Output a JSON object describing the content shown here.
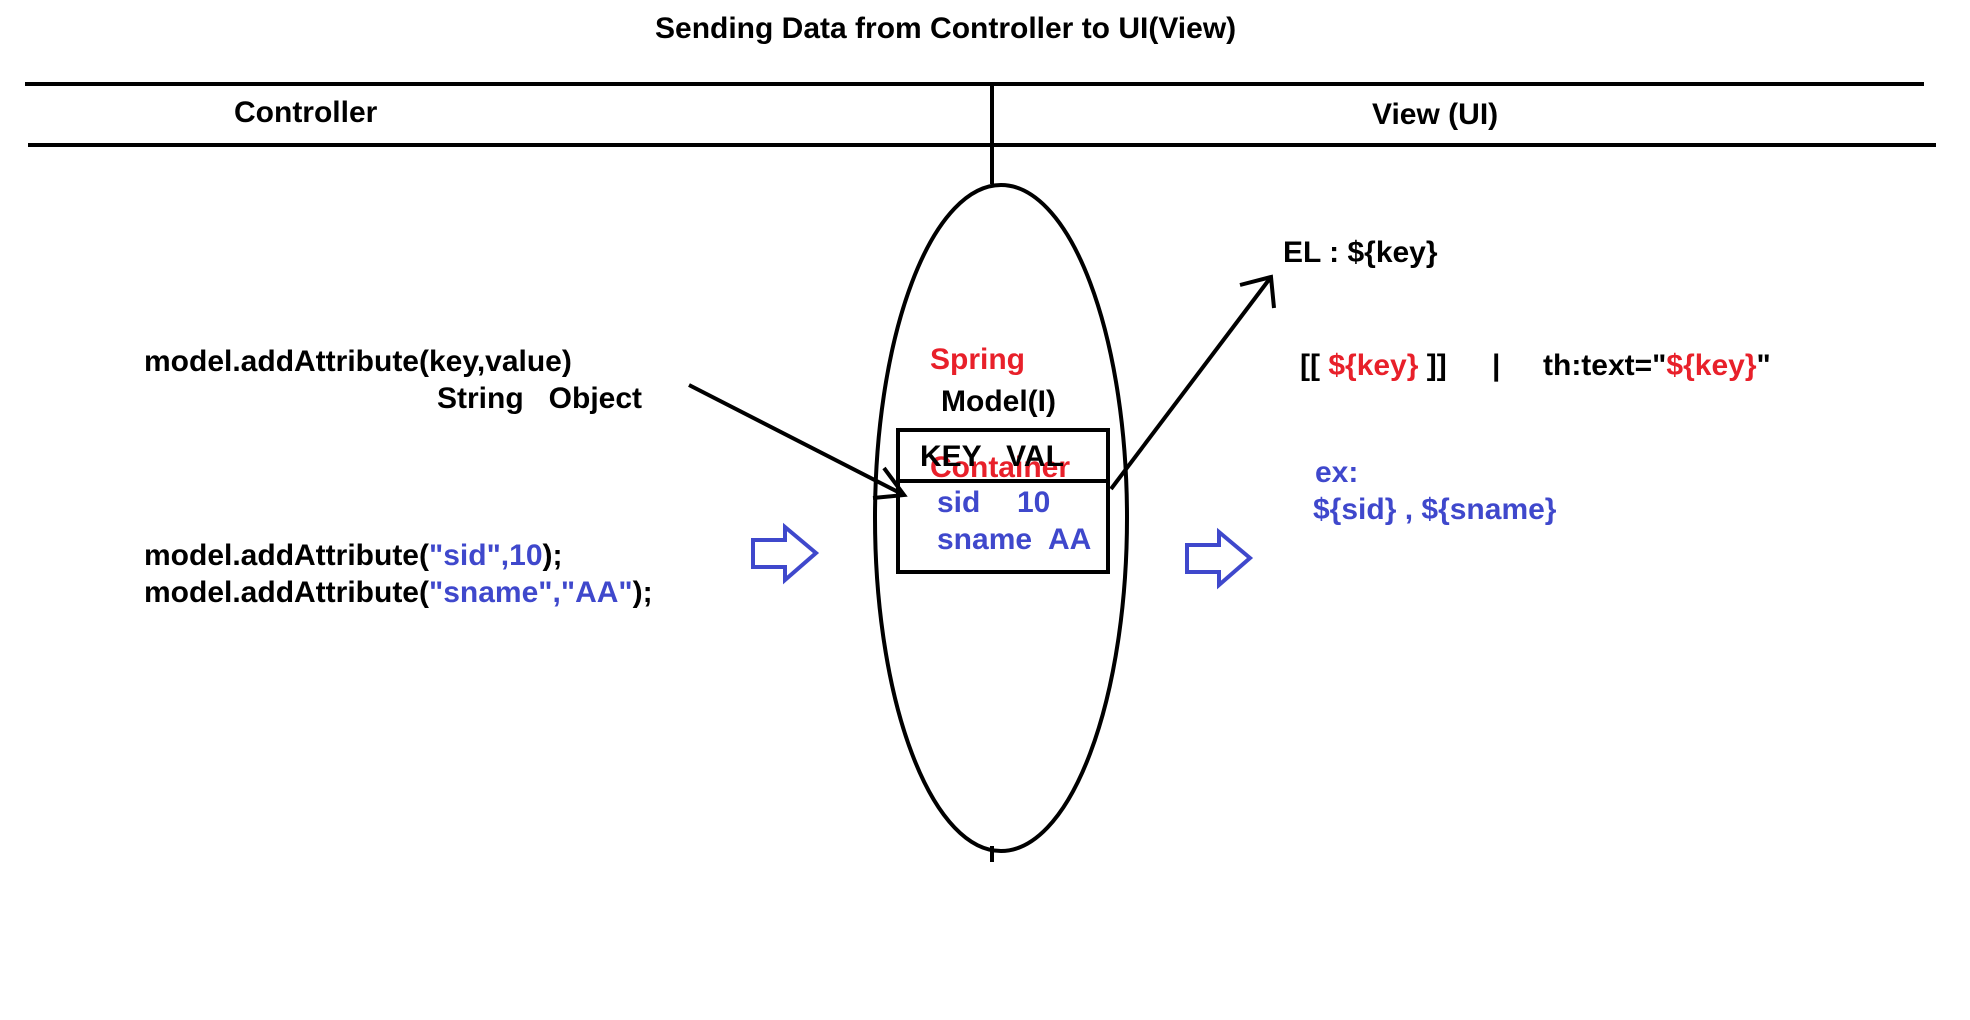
{
  "colors": {
    "text": "#000000",
    "red": "#e8202a",
    "blue": "#3f48cc"
  },
  "title": "Sending Data from Controller to UI(View)",
  "columns": {
    "left": "Controller",
    "right": "View (UI)"
  },
  "container": {
    "label_line1": "Spring",
    "label_line2": "Container",
    "model_label": "Model(I)",
    "table_header": "KEY   VAL",
    "rows": [
      {
        "key": "sid",
        "val": "10"
      },
      {
        "key": "sname",
        "val": "AA"
      }
    ]
  },
  "controller": {
    "signature": "model.addAttribute(key,value)",
    "signature_types": "String   Object",
    "call1": {
      "prefix": "model.addAttribute(",
      "key": "\"sid\"",
      "sep": ",",
      "val": "10",
      "suffix": ");"
    },
    "call2": {
      "prefix": "model.addAttribute(",
      "key": "\"sname\"",
      "sep": ",",
      "val": "\"AA\"",
      "suffix": ");"
    }
  },
  "view": {
    "el": "EL : ${key}",
    "inline_open": "[[ ",
    "inline_key": "${key}",
    "inline_close": " ]]",
    "separator": "|",
    "thtext_prefix": "th:text=\"",
    "thtext_key": "${key}",
    "thtext_suffix": "\"",
    "ex_label": "ex:",
    "ex_value": "${sid} , ${sname}"
  },
  "icons": {
    "left_arrow": "block-right-arrow-icon",
    "right_arrow": "block-right-arrow-icon"
  }
}
